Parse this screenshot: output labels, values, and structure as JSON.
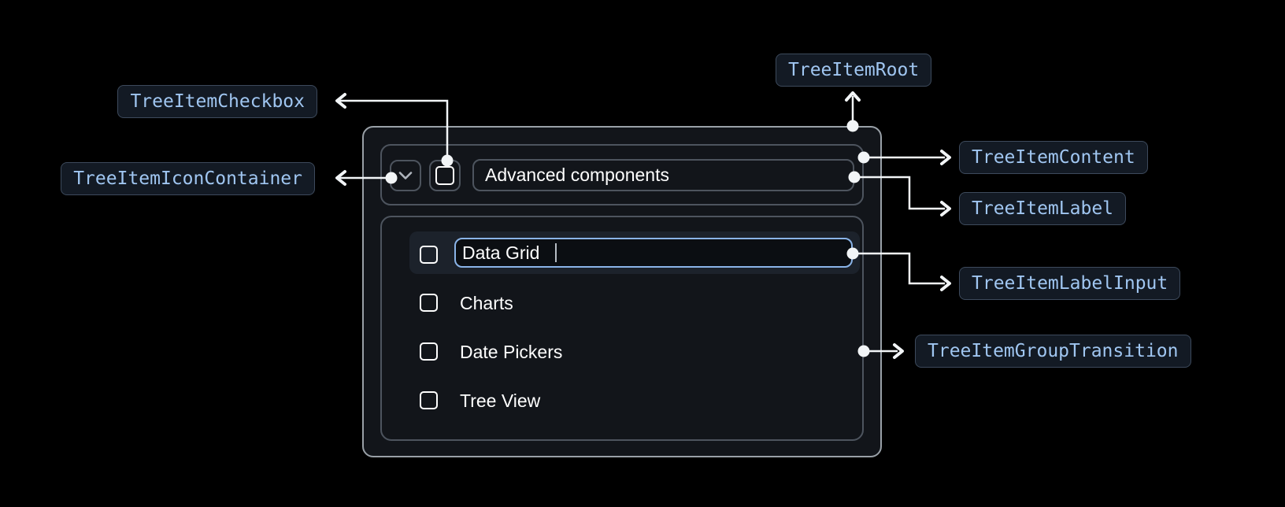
{
  "annotations": {
    "root": "TreeItemRoot",
    "checkbox": "TreeItemCheckbox",
    "icon_container": "TreeItemIconContainer",
    "content": "TreeItemContent",
    "label": "TreeItemLabel",
    "label_input": "TreeItemLabelInput",
    "group_transition": "TreeItemGroupTransition"
  },
  "tree": {
    "parent_label": "Advanced components",
    "editing_value": "Data Grid",
    "items": [
      "Charts",
      "Date Pickers",
      "Tree View"
    ],
    "checkbox_state": "unchecked",
    "expand_icon": "chevron-down-icon"
  },
  "colors": {
    "background": "#000000",
    "surface": "#12151a",
    "outer_border": "#99a0a7",
    "inner_border": "#4d545e",
    "row_highlight": "#1c222b",
    "input_focus_border": "#8ab4e8",
    "badge_background": "#131a24",
    "badge_border": "#3d4a5c",
    "badge_text": "#a0c6f1",
    "text": "#ffffff",
    "connector": "#f2f5f7"
  }
}
